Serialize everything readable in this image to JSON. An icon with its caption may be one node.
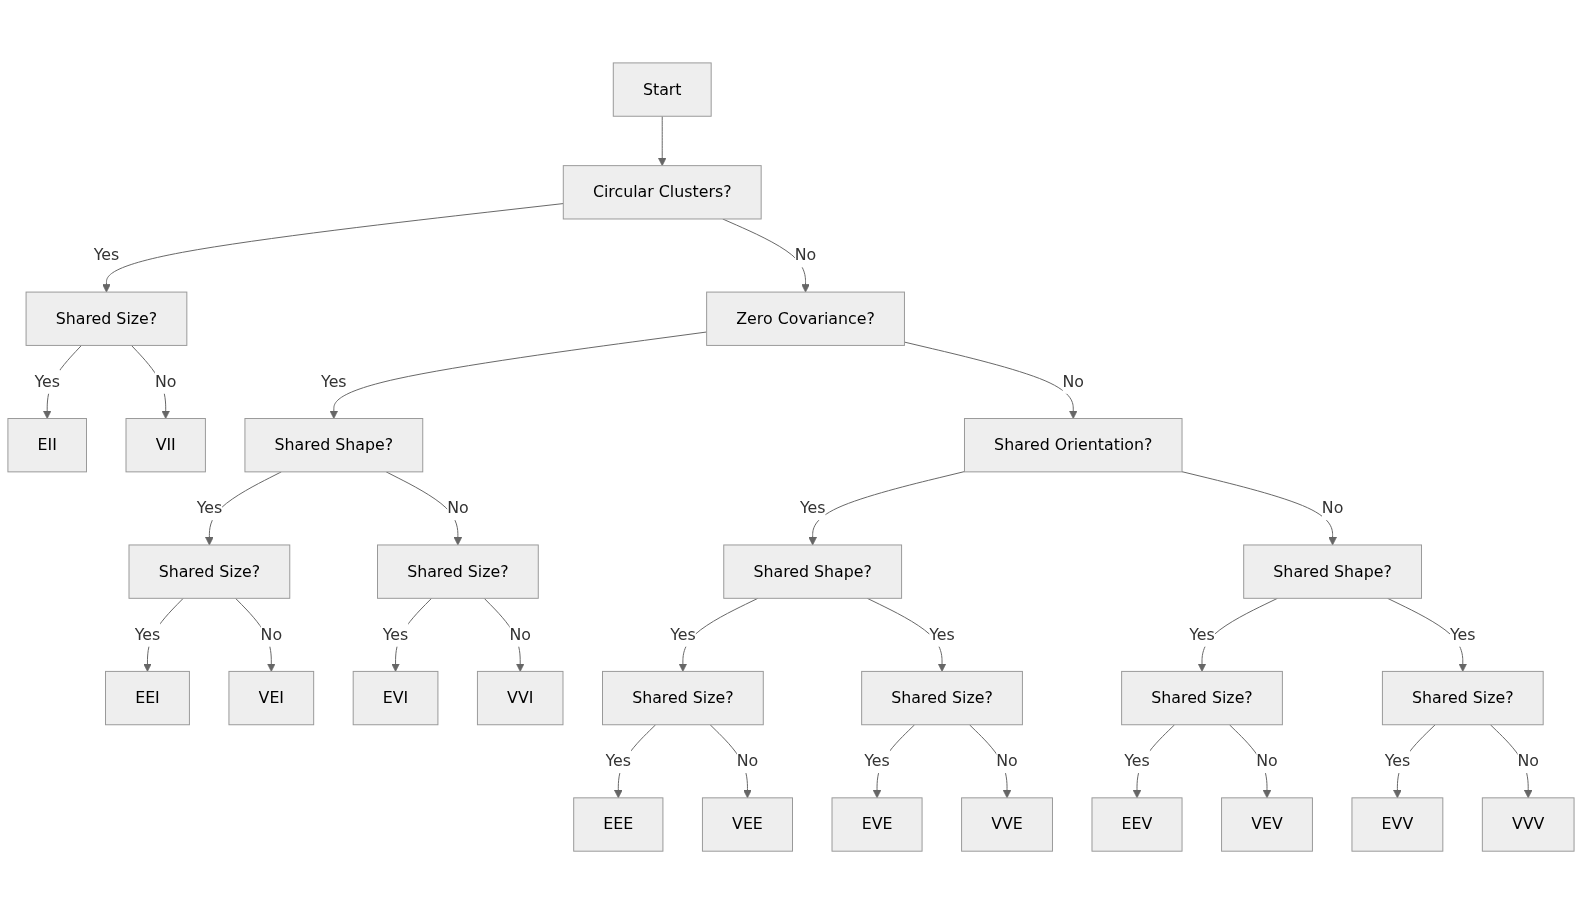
{
  "diagram": {
    "nodes": [
      {
        "text": [
          "Start"
        ]
      },
      {
        "text": [
          "Circular Clusters?"
        ]
      },
      {
        "text": [
          "Shared Size?"
        ]
      },
      {
        "text": [
          "Zero Covariance?"
        ]
      },
      {
        "text": [
          "EII"
        ]
      },
      {
        "text": [
          "VII"
        ]
      },
      {
        "text": [
          "Shared Shape?"
        ]
      },
      {
        "text": [
          "Shared Orientation?"
        ]
      },
      {
        "text": [
          "Shared Size?"
        ]
      },
      {
        "text": [
          "Shared Size?"
        ]
      },
      {
        "text": [
          "Shared Shape?"
        ]
      },
      {
        "text": [
          "Shared Shape?"
        ]
      },
      {
        "text": [
          "EEI"
        ]
      },
      {
        "text": [
          "VEI"
        ]
      },
      {
        "text": [
          "EVI"
        ]
      },
      {
        "text": [
          "VVI"
        ]
      },
      {
        "text": [
          "Shared Size?"
        ]
      },
      {
        "text": [
          "Shared Size?"
        ]
      },
      {
        "text": [
          "Shared Size?"
        ]
      },
      {
        "text": [
          "Shared Size?"
        ]
      },
      {
        "text": [
          "EEE"
        ]
      },
      {
        "text": [
          "VEE"
        ]
      },
      {
        "text": [
          "EVE"
        ]
      },
      {
        "text": [
          "VVE"
        ]
      },
      {
        "text": [
          "EEV"
        ]
      },
      {
        "text": [
          "VEV"
        ]
      },
      {
        "text": [
          "EVV"
        ]
      },
      {
        "text": [
          "VVV"
        ]
      }
    ],
    "edges": [
      {
        "from": 0,
        "to": 1,
        "arrow": "to"
      },
      {
        "from": 1,
        "to": 2,
        "arrow": "to",
        "label": "Yes"
      },
      {
        "from": 1,
        "to": 3,
        "arrow": "to",
        "label": "No"
      },
      {
        "from": 2,
        "to": 4,
        "arrow": "to",
        "label": "Yes"
      },
      {
        "from": 2,
        "to": 5,
        "arrow": "to",
        "label": "No"
      },
      {
        "from": 3,
        "to": 6,
        "arrow": "to",
        "label": "Yes"
      },
      {
        "from": 3,
        "to": 7,
        "arrow": "to",
        "label": "No"
      },
      {
        "from": 6,
        "to": 8,
        "arrow": "to",
        "label": "Yes"
      },
      {
        "from": 6,
        "to": 9,
        "arrow": "to",
        "label": "No"
      },
      {
        "from": 7,
        "to": 10,
        "arrow": "to",
        "label": "Yes"
      },
      {
        "from": 7,
        "to": 11,
        "arrow": "to",
        "label": "No"
      },
      {
        "from": 8,
        "to": 12,
        "arrow": "to",
        "label": "Yes"
      },
      {
        "from": 8,
        "to": 13,
        "arrow": "to",
        "label": "No"
      },
      {
        "from": 9,
        "to": 14,
        "arrow": "to",
        "label": "Yes"
      },
      {
        "from": 9,
        "to": 15,
        "arrow": "to",
        "label": "No"
      },
      {
        "from": 10,
        "to": 16,
        "arrow": "to",
        "label": "Yes"
      },
      {
        "from": 10,
        "to": 17,
        "arrow": "to",
        "label": "Yes"
      },
      {
        "from": 11,
        "to": 18,
        "arrow": "to",
        "label": "Yes"
      },
      {
        "from": 11,
        "to": 19,
        "arrow": "to",
        "label": "Yes"
      },
      {
        "from": 16,
        "to": 20,
        "arrow": "to",
        "label": "Yes"
      },
      {
        "from": 16,
        "to": 21,
        "arrow": "to",
        "label": "No"
      },
      {
        "from": 17,
        "to": 22,
        "arrow": "to",
        "label": "Yes"
      },
      {
        "from": 17,
        "to": 23,
        "arrow": "to",
        "label": "No"
      },
      {
        "from": 18,
        "to": 24,
        "arrow": "to",
        "label": "Yes"
      },
      {
        "from": 18,
        "to": 25,
        "arrow": "to",
        "label": "No"
      },
      {
        "from": 19,
        "to": 26,
        "arrow": "to",
        "label": "Yes"
      },
      {
        "from": 19,
        "to": 27,
        "arrow": "to",
        "label": "No"
      }
    ]
  }
}
